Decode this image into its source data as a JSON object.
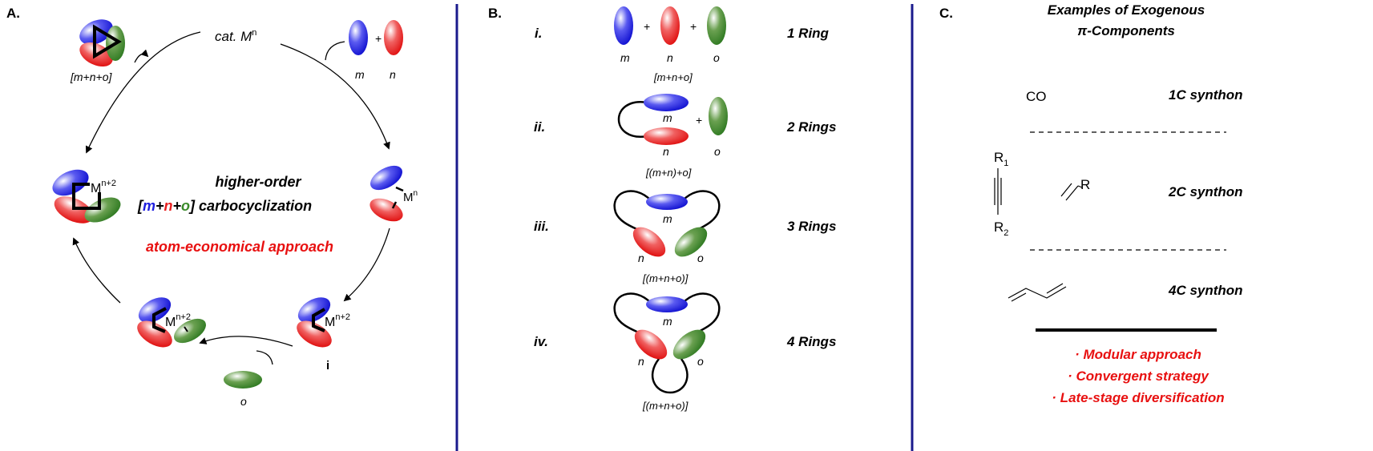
{
  "colors": {
    "blue": "#2020e0",
    "red": "#e82020",
    "green": "#3a8a2a",
    "divider": "#1a1a8c",
    "highlight": "#e81010"
  },
  "panelA": {
    "label": "A.",
    "catalyst": "cat. M",
    "catalyst_sup": "n",
    "m": "m",
    "n": "n",
    "o": "o",
    "product_label": "[m+n+o]",
    "metal_np2": "M",
    "metal_np2_sup": "n+2",
    "metal_n": "M",
    "metal_n_sup": "n",
    "intermediate_i": "i",
    "title_line1": "higher-order",
    "title_bracket_open": "[",
    "title_m": "m",
    "title_plus1": "+",
    "title_n": "n",
    "title_plus2": "+",
    "title_o": "o",
    "title_bracket_close": "]",
    "title_rest": " carbocyclization",
    "subtitle": "atom-economical approach"
  },
  "panelB": {
    "label": "B.",
    "rows": [
      {
        "roman": "i.",
        "rings": "1 Ring",
        "formula": "[m+n+o]"
      },
      {
        "roman": "ii.",
        "rings": "2 Rings",
        "formula": "[(m+n)+o]"
      },
      {
        "roman": "iii.",
        "rings": "3 Rings",
        "formula": "[(m+n+o)]"
      },
      {
        "roman": "iv.",
        "rings": "4 Rings",
        "formula": "[(m+n+o)]"
      }
    ],
    "m": "m",
    "n": "n",
    "o": "o",
    "plus": "+"
  },
  "panelC": {
    "label": "C.",
    "heading_line1": "Examples of Exogenous",
    "heading_line2": "π-Components",
    "co": "CO",
    "synthon_1c": "1C synthon",
    "synthon_2c": "2C synthon",
    "synthon_4c": "4C synthon",
    "r1": "R",
    "r1_sub": "1",
    "r2": "R",
    "r2_sub": "2",
    "r": "R",
    "bullets": [
      "· Modular approach",
      "· Convergent strategy",
      "· Late-stage diversification"
    ]
  }
}
